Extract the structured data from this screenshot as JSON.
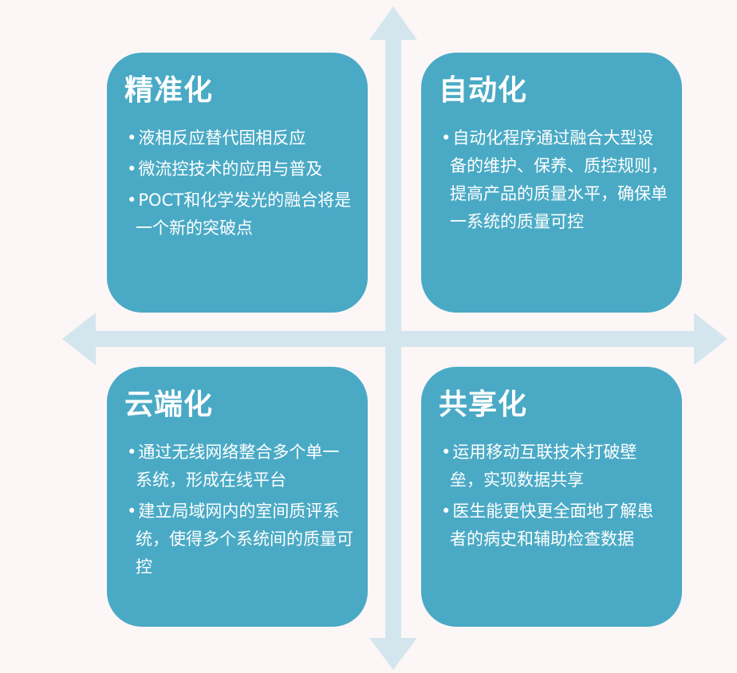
{
  "colors": {
    "background": "#fcf6f7",
    "box_fill": "#4aaac5",
    "arrow_fill": "#d4e6ed",
    "text": "#ffffff"
  },
  "quadrants": [
    {
      "title": "精准化",
      "bullets": [
        "液相反应替代固相反应",
        "微流控技术的应用与普及",
        "POCT和化学发光的融合将是一个新的突破点"
      ]
    },
    {
      "title": "自动化",
      "bullets": [
        "自动化程序通过融合大型设备的维护、保养、质控规则，提高产品的质量水平，确保单一系统的质量可控"
      ]
    },
    {
      "title": "云端化",
      "bullets": [
        "通过无线网络整合多个单一系统，形成在线平台",
        "建立局域网内的室间质评系统，使得多个系统间的质量可控"
      ]
    },
    {
      "title": "共享化",
      "bullets": [
        "运用移动互联技术打破壁垒，实现数据共享",
        "医生能更快更全面地了解患者的病史和辅助检查数据"
      ]
    }
  ]
}
